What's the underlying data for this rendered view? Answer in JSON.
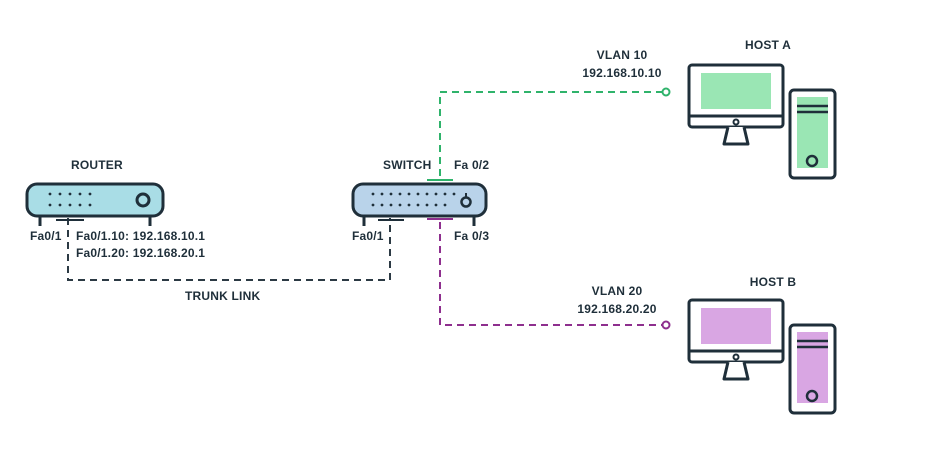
{
  "router": {
    "title": "ROUTER",
    "port": "Fa0/1",
    "sub1": "Fa0/1.10: 192.168.10.1",
    "sub2": "Fa0/1.20: 192.168.20.1"
  },
  "switch": {
    "title": "SWITCH",
    "port_trunk": "Fa0/1",
    "port_vlan10": "Fa 0/2",
    "port_vlan20": "Fa 0/3"
  },
  "trunk_label": "TRUNK LINK",
  "vlan10": {
    "name": "VLAN 10",
    "ip": "192.168.10.10",
    "color": "#2fb36b"
  },
  "vlan20": {
    "name": "VLAN 20",
    "ip": "192.168.20.20",
    "color": "#8e2f8e"
  },
  "host_a": {
    "title": "HOST A",
    "screen_color": "#9ae6b4",
    "tower_color": "#9ae6b4"
  },
  "host_b": {
    "title": "HOST B",
    "screen_color": "#d9a6e3",
    "tower_color": "#d9a6e3"
  },
  "colors": {
    "outline": "#1f2f3a",
    "router_fill": "#a9dde6",
    "switch_fill": "#b9d3ea",
    "trunk": "#2c3a44"
  }
}
